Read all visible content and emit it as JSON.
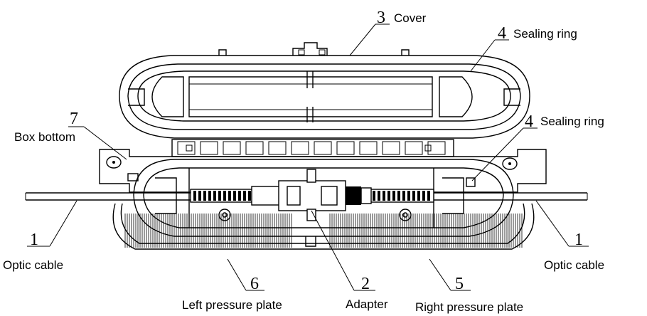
{
  "callouts": {
    "cover": {
      "number": "3",
      "label": "Cover"
    },
    "seal_top": {
      "number": "4",
      "label": "Sealing ring"
    },
    "seal_mid": {
      "number": "4",
      "label": "Sealing ring"
    },
    "box_bottom": {
      "number": "7",
      "label": "Box bottom"
    },
    "cable_left": {
      "number": "1",
      "label": "Optic cable"
    },
    "cable_right": {
      "number": "1",
      "label": "Optic cable"
    },
    "adapter": {
      "number": "2",
      "label": "Adapter"
    },
    "left_plate": {
      "number": "6",
      "label": "Left pressure plate"
    },
    "right_plate": {
      "number": "5",
      "label": "Right pressure plate"
    }
  }
}
